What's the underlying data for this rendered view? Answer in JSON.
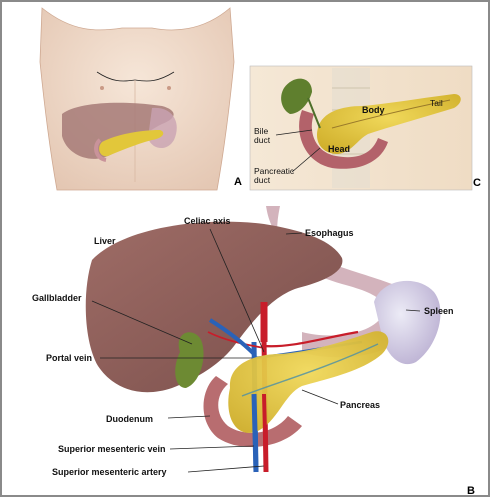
{
  "panels": {
    "a": "A",
    "b": "B",
    "c": "C"
  },
  "panel_c_labels": {
    "body": "Body",
    "tail": "Tail",
    "bile_duct_1": "Bile",
    "bile_duct_2": "duct",
    "head": "Head",
    "pancreatic_duct_1": "Pancreatic",
    "pancreatic_duct_2": "duct"
  },
  "panel_b_labels": {
    "celiac_axis": "Celiac axis",
    "esophagus": "Esophagus",
    "liver": "Liver",
    "gallbladder": "Gallbladder",
    "spleen": "Spleen",
    "portal_vein": "Portal vein",
    "pancreas": "Pancreas",
    "duodenum": "Duodenum",
    "superior_mesenteric_vein": "Superior mesenteric vein",
    "superior_mesenteric_artery": "Superior mesenteric artery"
  },
  "colors": {
    "liver": "#8f5f5a",
    "pancreas": "#e3c53c",
    "gallbladder": "#6f8a3a",
    "spleen": "#c9c0d9",
    "artery": "#c81d2a",
    "vein": "#2a62b8",
    "skin": "#f1dccb",
    "duodenum": "#b46a6a"
  }
}
